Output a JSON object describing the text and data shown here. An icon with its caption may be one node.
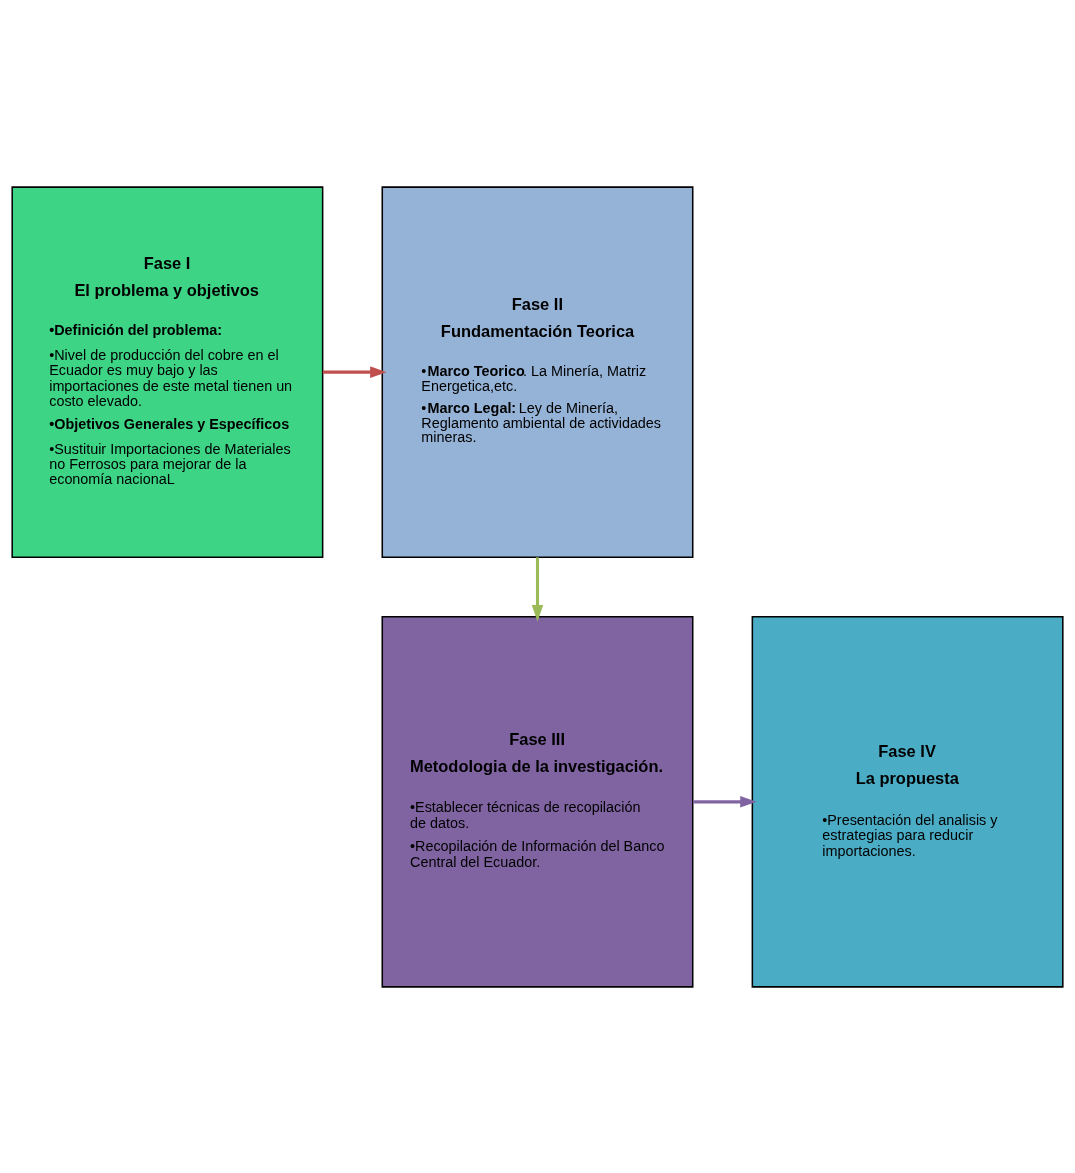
{
  "diagram": {
    "nodes": [
      {
        "text": [
          "Fase I",
          "El problema y objetivos",
          "•Definición del problema:",
          "•Nivel de producción del cobre en el Ecuador es muy bajo y las importaciones de este metal tienen un costo elevado.",
          "•Objetivos Generales y Específicos",
          "•Sustituir Importaciones de Materiales no Ferrosos para mejorar de la economía nacionaL"
        ]
      },
      {
        "text": [
          "Fase II",
          "Fundamentación Teorica",
          "•**Marco Teorico**. La Minería, Matriz Energetica,etc.",
          "•**Marco Legal:** Ley de Minería, Reglamento ambiental de actividades mineras."
        ]
      },
      {
        "text": [
          "Fase III",
          "Metodologia de la investigación.",
          "•Establecer técnicas de recopilación de datos.",
          "•Recopilación de Información del Banco Central del Ecuador."
        ]
      },
      {
        "text": [
          "Fase IV",
          "La propuesta",
          "•Presentación del analisis y estrategias para reducir importaciones."
        ]
      }
    ],
    "edges": [
      {
        "from": 0,
        "to": 1,
        "arrow": "to",
        "color": "#c0504d"
      },
      {
        "from": 1,
        "to": 2,
        "arrow": "to",
        "color": "#9bbb59"
      },
      {
        "from": 2,
        "to": 3,
        "arrow": "to",
        "color": "#8064a2"
      }
    ]
  }
}
